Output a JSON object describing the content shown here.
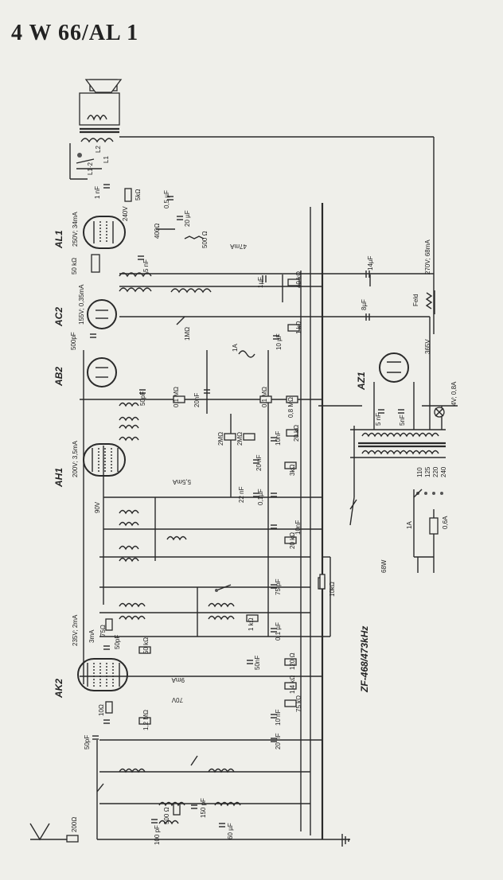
{
  "title": "4 W 66/AL 1",
  "tubes": [
    "AL1",
    "AC2",
    "AB2",
    "AH1",
    "AK2",
    "AZ1"
  ],
  "labels": {
    "al1_op": "250V; 34mA",
    "ac2_op": "155V; 0,35mA",
    "ah1_op": "200V; 3,5mA",
    "ak2_op": "235V; 2mA",
    "ah1_grid": "90V",
    "v240": "240V",
    "v270": "270V; 68mA",
    "v365": "365V",
    "feld": "Feld",
    "pilot": "4V; 0,8A",
    "fuse_1a": "1A",
    "fuse_08": "0,6A",
    "mains": [
      "110",
      "125",
      "220",
      "240"
    ],
    "power": "68W",
    "zf": "ZF-468/473kHz",
    "ma_47": "47mA",
    "ma_55": "5,5mA",
    "ma_9": "9mA",
    "v70": "70V",
    "l1": "L1",
    "l2": "L2",
    "l12": "L1·2",
    "sw_1a": "1A"
  },
  "values": {
    "c_1nf": "1 nF",
    "r_5k": "5kΩ",
    "c_05": "0,5 µF",
    "c_20": "20 µF",
    "r_400": "400Ω",
    "r_500": "500 Ω",
    "r_50k": "50 kΩ",
    "c_5nf": "5 nF",
    "c_14": "14µF",
    "c_1uf": "1µF",
    "r_40k": "40 kΩ",
    "c_8uf": "8µF",
    "r_1k": "1 kΩ",
    "c_10uf": "10 µF",
    "r_1m": "1MΩ",
    "c_500p": "500pF",
    "c_50p": "50pF",
    "r_01m": "0,1 MΩ",
    "c_20nf": "20nF",
    "r_01m_b": "0,1 MΩ",
    "r_08m": "0,8 MΩ",
    "c_5nf_b": "5 nF",
    "c_5nf_c": "5nF",
    "r_2m": "2MΩ",
    "r_2m_b": "2MΩ",
    "c_10nf": "10nF",
    "r_20k": "20 kΩ",
    "c_20nf_b": "20 nF",
    "r_3k": "3kΩ",
    "c_22nf": "22 nF",
    "c_01uf": "0,1µF",
    "c_10nf_b": "10nF",
    "r_20k_b": "20 kΩ",
    "r_10k": "10kΩ",
    "c_75pf": "75 pF",
    "r_1k_b": "1 kΩ",
    "c_01uf_b": "0,1 µF",
    "r_75": "75Ω",
    "c_50pf": "50pF",
    "r_50k_b": "50 kΩ",
    "c_50nf": "50nF",
    "r_120": "120 Ω",
    "r_100": "10Ω",
    "r_14k": "1,4 kΩ",
    "c_10nf_c": "10 nF",
    "r_75k": "75 kΩ",
    "r_12m": "1,2 MΩ",
    "c_20nf_c": "20 nF",
    "c_50pf_b": "50pF",
    "r_200": "200Ω",
    "c_100p": "100 pF",
    "r_500b": "500 Ω",
    "c_150": "150 pF",
    "c_60": "60 µF",
    "ma_3": "3mA"
  }
}
